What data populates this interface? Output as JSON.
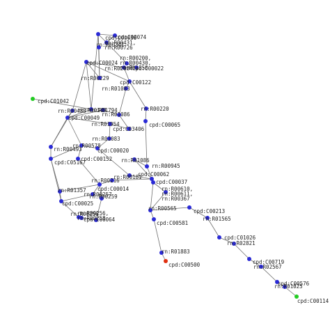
{
  "colors": {
    "background": "#ffffff",
    "node_default": "#2a2ad6",
    "node_source": "#22cc22",
    "node_target": "#e03010",
    "edge": "#6e6e6e",
    "label": "#222222"
  },
  "nodes": [
    {
      "id": "n1",
      "label": "cpd:C00074",
      "color": "default"
    },
    {
      "id": "n2",
      "label": "rn:R00200, rn:R00430, rn:R01858",
      "color": "default"
    },
    {
      "id": "n3",
      "label": "cpd:C00022",
      "color": "default"
    },
    {
      "id": "n4",
      "label": "rn:R00431, rn:R00726",
      "color": "default"
    },
    {
      "id": "n5",
      "label": "cpd:C00036",
      "color": "default"
    },
    {
      "id": "n6",
      "label": "rn:R00341",
      "color": "default"
    },
    {
      "id": "n7",
      "label": "rn:R02084",
      "color": "default"
    },
    {
      "id": "n8",
      "label": "cpd:C00024",
      "color": "default"
    },
    {
      "id": "n9",
      "label": "rn:R00229",
      "color": "default"
    },
    {
      "id": "n10",
      "label": "cpd:C00122",
      "color": "default"
    },
    {
      "id": "n11",
      "label": "rn:R01083",
      "color": "default"
    },
    {
      "id": "n12",
      "label": "cpd:C01042",
      "color": "source"
    },
    {
      "id": "n13",
      "label": "rn:R00483",
      "color": "default"
    },
    {
      "id": "n14",
      "label": "rn:R01794",
      "color": "default"
    },
    {
      "id": "n15",
      "label": "rn:R00149",
      "color": "default"
    },
    {
      "id": "n16",
      "label": "rn:R01086",
      "color": "default"
    },
    {
      "id": "n17",
      "label": "rn:R00220",
      "color": "default"
    },
    {
      "id": "n18",
      "label": "cpd:C00049",
      "color": "default"
    },
    {
      "id": "n19",
      "label": "rn:R01954",
      "color": "default"
    },
    {
      "id": "n20",
      "label": "cpd:C03406",
      "color": "default"
    },
    {
      "id": "n21",
      "label": "cpd:C00065",
      "color": "default"
    },
    {
      "id": "n22",
      "label": "rn:R01083",
      "color": "default"
    },
    {
      "id": "n23",
      "label": "rn:R00578",
      "color": "default"
    },
    {
      "id": "n24",
      "label": "rn:R00493",
      "color": "default"
    },
    {
      "id": "n25",
      "label": "cpd:C00020",
      "color": "default"
    },
    {
      "id": "n26",
      "label": "cpd:C05167",
      "color": "default"
    },
    {
      "id": "n27",
      "label": "cpd:C00152",
      "color": "default"
    },
    {
      "id": "n28",
      "label": "rn:R01086",
      "color": "default"
    },
    {
      "id": "n29",
      "label": "rn:R00945",
      "color": "default"
    },
    {
      "id": "n30",
      "label": "rn:R00181",
      "color": "default"
    },
    {
      "id": "n31",
      "label": "cpd:C00062",
      "color": "default"
    },
    {
      "id": "n32",
      "label": "rn:R00216",
      "color": "default"
    },
    {
      "id": "n33",
      "label": "cpd:C00014",
      "color": "default"
    },
    {
      "id": "n34",
      "label": "rn:R00259",
      "color": "default"
    },
    {
      "id": "n35",
      "label": "rn:R01357",
      "color": "default"
    },
    {
      "id": "n36",
      "label": "rn:R00257",
      "color": "default"
    },
    {
      "id": "n37",
      "label": "rn:R00256",
      "color": "default"
    },
    {
      "id": "n38",
      "label": "cpd:C00037",
      "color": "default"
    },
    {
      "id": "n39",
      "label": "rn:R00610, rn:R00611, rn:R00367",
      "color": "default"
    },
    {
      "id": "n40",
      "label": "cpd:C00025",
      "color": "default"
    },
    {
      "id": "n41",
      "label": "rn:R00256, rn:R00258",
      "color": "default"
    },
    {
      "id": "n42",
      "label": "cpd:C00064",
      "color": "default"
    },
    {
      "id": "n43",
      "label": "rn:R00565",
      "color": "default"
    },
    {
      "id": "n44",
      "label": "cpd:C00213",
      "color": "default"
    },
    {
      "id": "n45",
      "label": "rn:R01565",
      "color": "default"
    },
    {
      "id": "n46",
      "label": "cpd:C00581",
      "color": "default"
    },
    {
      "id": "n47",
      "label": "cpd:C01026",
      "color": "default"
    },
    {
      "id": "n48",
      "label": "rn:R02821",
      "color": "default"
    },
    {
      "id": "n49",
      "label": "rn:R01883",
      "color": "default"
    },
    {
      "id": "n50",
      "label": "cpd:C00500",
      "color": "target"
    },
    {
      "id": "n51",
      "label": "cpd:C00719",
      "color": "default"
    },
    {
      "id": "n52",
      "label": "rn:R02567",
      "color": "default"
    },
    {
      "id": "n53",
      "label": "cpd:C00576",
      "color": "default"
    },
    {
      "id": "n54",
      "label": "rn:R01025",
      "color": "default"
    },
    {
      "id": "n55",
      "label": "cpd:C00114",
      "color": "source"
    }
  ],
  "edges": [
    [
      "n1",
      "n4"
    ],
    [
      "n1",
      "n5"
    ],
    [
      "n2",
      "n4"
    ],
    [
      "n2",
      "n3"
    ],
    [
      "n4",
      "n5"
    ],
    [
      "n5",
      "n6"
    ],
    [
      "n6",
      "n9"
    ],
    [
      "n5",
      "n9"
    ],
    [
      "n3",
      "n7"
    ],
    [
      "n8",
      "n7"
    ],
    [
      "n8",
      "n9"
    ],
    [
      "n8",
      "n10"
    ],
    [
      "n8",
      "n15"
    ],
    [
      "n7",
      "n10"
    ],
    [
      "n10",
      "n11"
    ],
    [
      "n11",
      "n16"
    ],
    [
      "n10",
      "n17"
    ],
    [
      "n17",
      "n21"
    ],
    [
      "n21",
      "n29"
    ],
    [
      "n12",
      "n15"
    ],
    [
      "n15",
      "n18"
    ],
    [
      "n18",
      "n14"
    ],
    [
      "n13",
      "n18"
    ],
    [
      "n13",
      "n24"
    ],
    [
      "n18",
      "n23"
    ],
    [
      "n14",
      "n16"
    ],
    [
      "n16",
      "n20"
    ],
    [
      "n18",
      "n19"
    ],
    [
      "n19",
      "n20"
    ],
    [
      "n19",
      "n22"
    ],
    [
      "n22",
      "n25"
    ],
    [
      "n23",
      "n25"
    ],
    [
      "n23",
      "n26"
    ],
    [
      "n24",
      "n26"
    ],
    [
      "n26",
      "n35"
    ],
    [
      "n26",
      "n40"
    ],
    [
      "n23",
      "n27"
    ],
    [
      "n27",
      "n33"
    ],
    [
      "n25",
      "n30"
    ],
    [
      "n30",
      "n31"
    ],
    [
      "n28",
      "n31"
    ],
    [
      "n28",
      "n29"
    ],
    [
      "n29",
      "n38"
    ],
    [
      "n31",
      "n38"
    ],
    [
      "n31",
      "n32"
    ],
    [
      "n32",
      "n33"
    ],
    [
      "n33",
      "n34"
    ],
    [
      "n33",
      "n35"
    ],
    [
      "n33",
      "n36"
    ],
    [
      "n36",
      "n40"
    ],
    [
      "n35",
      "n40"
    ],
    [
      "n40",
      "n41"
    ],
    [
      "n41",
      "n42"
    ],
    [
      "n34",
      "n42"
    ],
    [
      "n37",
      "n42"
    ],
    [
      "n38",
      "n39"
    ],
    [
      "n39",
      "n43"
    ],
    [
      "n38",
      "n43"
    ],
    [
      "n43",
      "n44"
    ],
    [
      "n44",
      "n45"
    ],
    [
      "n45",
      "n47"
    ],
    [
      "n47",
      "n48"
    ],
    [
      "n48",
      "n51"
    ],
    [
      "n51",
      "n52"
    ],
    [
      "n52",
      "n53"
    ],
    [
      "n53",
      "n54"
    ],
    [
      "n54",
      "n55"
    ],
    [
      "n43",
      "n46"
    ],
    [
      "n46",
      "n49"
    ],
    [
      "n49",
      "n50"
    ],
    [
      "n15",
      "n5"
    ],
    [
      "n8",
      "n13"
    ],
    [
      "n18",
      "n24"
    ]
  ]
}
